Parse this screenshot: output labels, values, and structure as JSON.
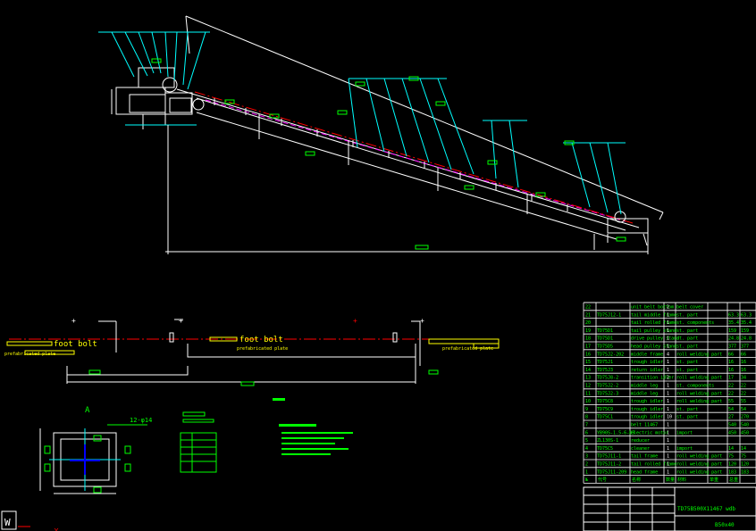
{
  "drawing": {
    "main_label": "foot bolt",
    "main_label_2": "foot bolt",
    "label_plate": "prefabricated plate",
    "label_plate_2": "prefabricated plate",
    "label_plate_3": "prefabricated plate",
    "detail_letter": "A",
    "detail_dim": "12-φ14",
    "title_block_line1": "TD75B500X11467 wdb",
    "title_block_line2": "B50x40",
    "ucs_label": "W"
  },
  "bom": {
    "rows": [
      {
        "no": "22",
        "code": "",
        "name": "unit belt bottom",
        "qty": "2",
        "material": "belt cover",
        "w": "",
        "t": ""
      },
      {
        "no": "21",
        "code": "TD75J12-1",
        "name": "tail middle frame",
        "qty": "1",
        "material": "st. part",
        "w": "63.3",
        "t": "63.3"
      },
      {
        "no": "20",
        "code": "",
        "name": "tail rolled frame",
        "qty": "1",
        "material": "st. components",
        "w": "35.4",
        "t": "35.4"
      },
      {
        "no": "19",
        "code": "TD75D1",
        "name": "tail pulley stand",
        "qty": "1",
        "material": "st. part",
        "w": "159",
        "t": "159"
      },
      {
        "no": "18",
        "code": "TD75D1",
        "name": "drive pulley stand",
        "qty": "1",
        "material": "st. part",
        "w": "24.8",
        "t": "24.8"
      },
      {
        "no": "17",
        "code": "TD75D5",
        "name": "head pulley stand",
        "qty": "1",
        "material": "st. part",
        "w": "377",
        "t": "377"
      },
      {
        "no": "16",
        "code": "TD75J2-202",
        "name": "middle frame",
        "qty": "4",
        "material": "roll welding part",
        "w": "66",
        "t": "66"
      },
      {
        "no": "15",
        "code": "TD75J1",
        "name": "trough idler",
        "qty": "1",
        "material": "st. part",
        "w": "16",
        "t": "16"
      },
      {
        "no": "14",
        "code": "TD75J3",
        "name": "return idler",
        "qty": "1",
        "material": "st. part",
        "w": "16",
        "t": "16"
      },
      {
        "no": "13",
        "code": "TD75J8-2",
        "name": "transition idler",
        "qty": "2",
        "material": "roll welding part",
        "w": "17",
        "t": "34"
      },
      {
        "no": "12",
        "code": "TD75J2-2",
        "name": "middle leg",
        "qty": "1",
        "material": "st. components",
        "w": "22",
        "t": "22"
      },
      {
        "no": "11",
        "code": "TD75J2-3",
        "name": "middle leg",
        "qty": "1",
        "material": "roll welding part",
        "w": "22",
        "t": "22"
      },
      {
        "no": "10",
        "code": "TD75C8",
        "name": "trough idler",
        "qty": "1",
        "material": "roll welding part",
        "w": "55",
        "t": "55"
      },
      {
        "no": "9",
        "code": "TD75C9",
        "name": "trough idler",
        "qty": "1",
        "material": "st. part",
        "w": "54",
        "t": "54"
      },
      {
        "no": "8",
        "code": "TD75C1",
        "name": "trough idler",
        "qty": "10",
        "material": "st. part",
        "w": "27",
        "t": "270"
      },
      {
        "no": "7",
        "code": "",
        "name": "belt 11467",
        "qty": "1",
        "material": "",
        "w": "540",
        "t": "540"
      },
      {
        "no": "6",
        "code": "YB90S-1.5-6-B3",
        "name": "electric motor",
        "qty": "1",
        "material": "import",
        "w": "450",
        "t": "450"
      },
      {
        "no": "5",
        "code": "ZL130S-1",
        "name": "reducer",
        "qty": "1",
        "material": "",
        "w": "",
        "t": ""
      },
      {
        "no": "4",
        "code": "TD75C5",
        "name": "cleaner",
        "qty": "1",
        "material": "import",
        "w": "14",
        "t": "14"
      },
      {
        "no": "3",
        "code": "TD75J11-1",
        "name": "tail frame",
        "qty": "1",
        "material": "roll welding part",
        "w": "75",
        "t": "75"
      },
      {
        "no": "2",
        "code": "TD75J11-2",
        "name": "tail rolled frame",
        "qty": "1",
        "material": "roll welding part",
        "w": "120",
        "t": "120"
      },
      {
        "no": "1",
        "code": "TD75J11-209",
        "name": "head frame",
        "qty": "1",
        "material": "roll welding part",
        "w": "183",
        "t": "183"
      }
    ],
    "header": [
      "№",
      "代号",
      "名称",
      "数量",
      "材料",
      "单重",
      "总重"
    ]
  },
  "colors": {
    "bg": "#000000",
    "cyan": "#00ffff",
    "white": "#ffffff",
    "green": "#00ff00",
    "yellow": "#ffff00",
    "magenta": "#ff00ff",
    "red": "#ff0000"
  }
}
